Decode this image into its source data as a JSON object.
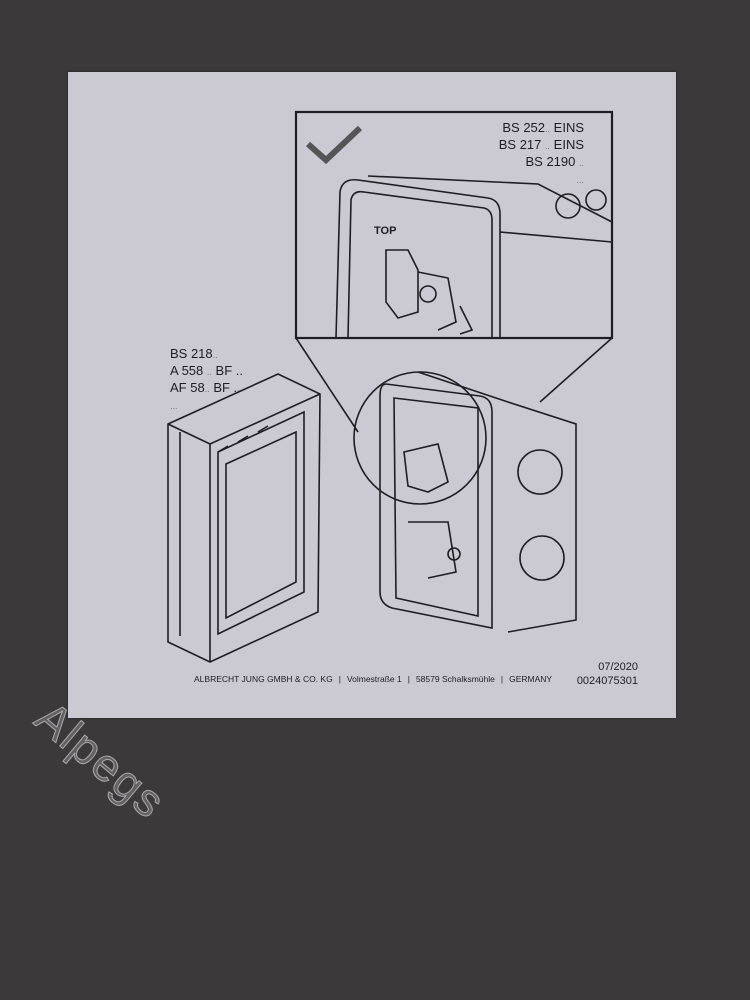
{
  "inset_models": [
    {
      "model": "BS 252",
      "suffix": "..",
      "variant": "EINS"
    },
    {
      "model": "BS 217",
      "suffix": "..",
      "variant": "EINS"
    },
    {
      "model": "BS 2190",
      "suffix": "..",
      "variant": ""
    },
    {
      "model": "",
      "suffix": "...",
      "variant": ""
    }
  ],
  "frame_models": [
    {
      "model": "BS 218",
      "suffix": "..",
      "variant": ""
    },
    {
      "model": "A 558",
      "suffix": "..",
      "variant": "BF .."
    },
    {
      "model": "AF 58",
      "suffix": "..",
      "variant": "BF .."
    },
    {
      "model": "",
      "suffix": "...",
      "variant": ""
    }
  ],
  "top_label": "TOP",
  "footer": {
    "company": "ALBRECHT JUNG GMBH & CO. KG",
    "street": "Volmestraße 1",
    "city": "58579 Schalksmühle",
    "country": "GERMANY",
    "separator": "|"
  },
  "date": "07/2020",
  "doc_number": "0024075301",
  "watermark": "Alpegs",
  "colors": {
    "background": "#3b3939",
    "paper": "#cbcad2",
    "ink": "#1d1d22"
  }
}
